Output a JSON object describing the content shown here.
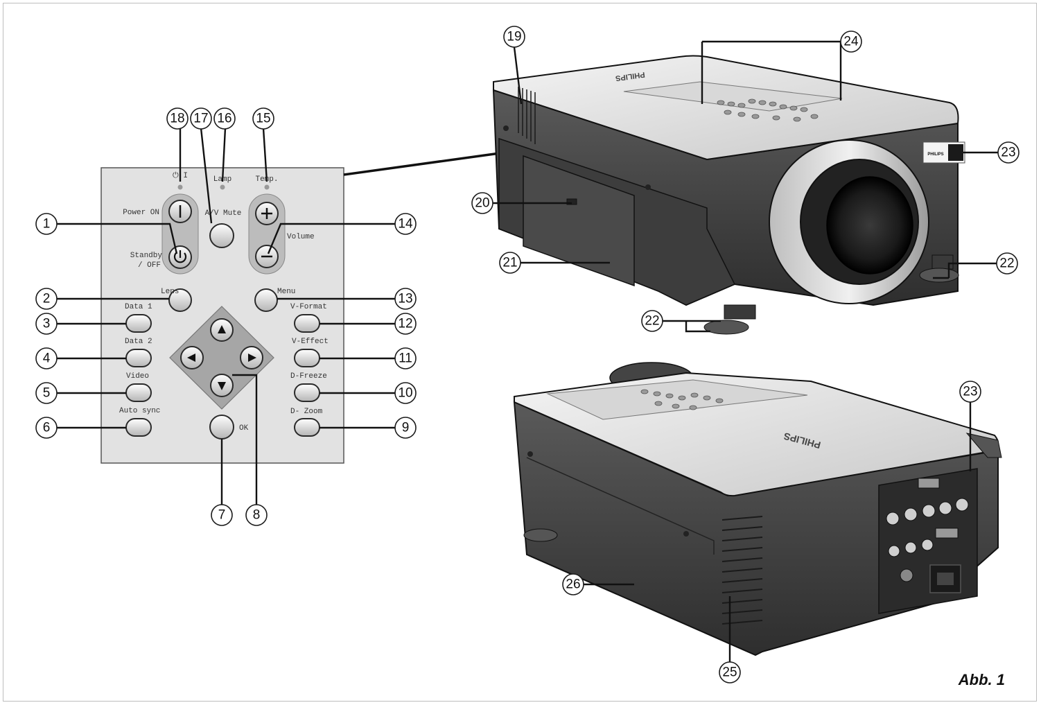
{
  "figure_label": "Abb. 1",
  "panel_labels": {
    "power_led": "⏻ I",
    "lamp": "Lamp",
    "temp": "Temp.",
    "power_on": "Power ON",
    "av_mute": "A/V Mute",
    "standby": "Standby",
    "standby_off": "/ OFF",
    "volume": "Volume",
    "lens": "Lens",
    "menu": "Menu",
    "data1": "Data 1",
    "data2": "Data 2",
    "video": "Video",
    "auto_sync": "Auto sync",
    "v_format": "V-Format",
    "v_effect": "V-Effect",
    "d_freeze": "D-Freeze",
    "d_zoom": "D- Zoom",
    "ok": "OK"
  },
  "callouts": {
    "c1": "1",
    "c2": "2",
    "c3": "3",
    "c4": "4",
    "c5": "5",
    "c6": "6",
    "c7": "7",
    "c8": "8",
    "c9": "9",
    "c10": "10",
    "c11": "11",
    "c12": "12",
    "c13": "13",
    "c14": "14",
    "c15": "15",
    "c16": "16",
    "c17": "17",
    "c18": "18",
    "c19": "19",
    "c20": "20",
    "c21": "21",
    "c22a": "22",
    "c22b": "22",
    "c23a": "23",
    "c23b": "23",
    "c24": "24",
    "c25": "25",
    "c26": "26"
  },
  "brand": {
    "front_label": "PHILIPS",
    "top_text": "PHILIPS"
  }
}
